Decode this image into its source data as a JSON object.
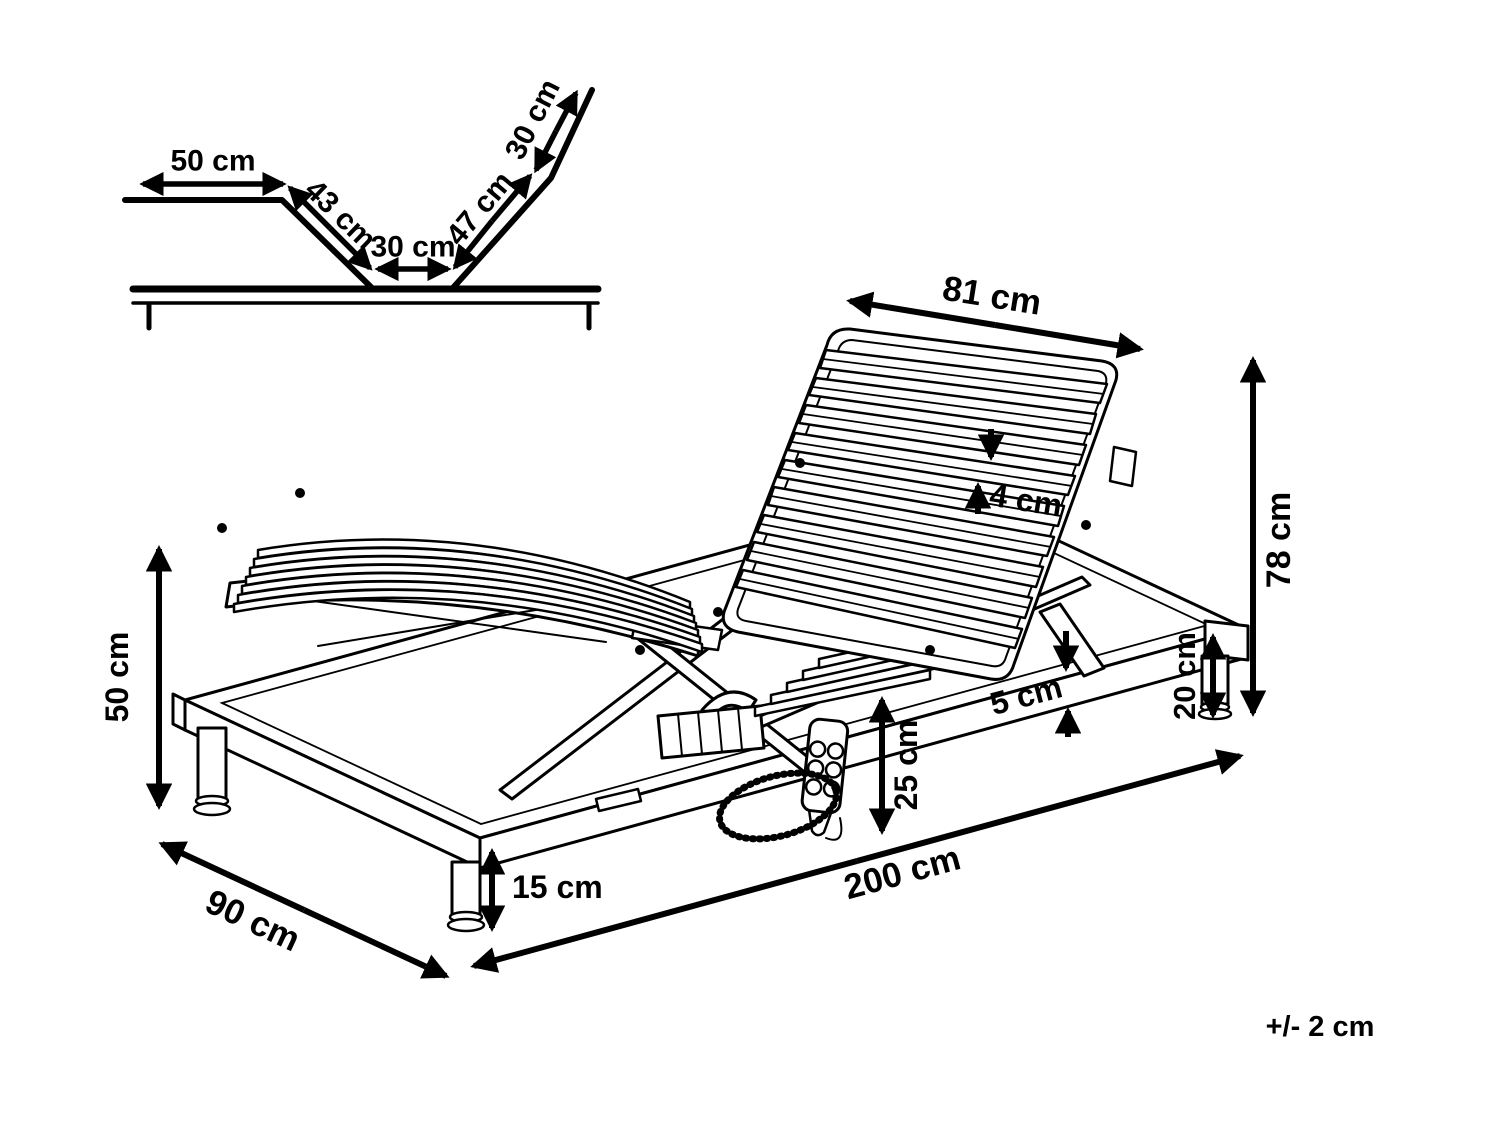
{
  "figure": {
    "ink_color": "#000000",
    "background_color": "#ffffff",
    "tolerance_note": "+/- 2 cm"
  },
  "profile_inset": {
    "segment_labels": [
      "50 cm",
      "43 cm",
      "30 cm",
      "47 cm",
      "30 cm"
    ]
  },
  "dimensions": {
    "backrest_width": "81 cm",
    "slat_gap": "4 cm",
    "max_height": "78 cm",
    "rear_leg_height": "20 cm",
    "frame_rail_height": "5 cm",
    "slat_clearance": "25 cm",
    "left_height": "50 cm",
    "front_leg_height": "15 cm",
    "bed_length": "200 cm",
    "bed_width": "90 cm"
  }
}
